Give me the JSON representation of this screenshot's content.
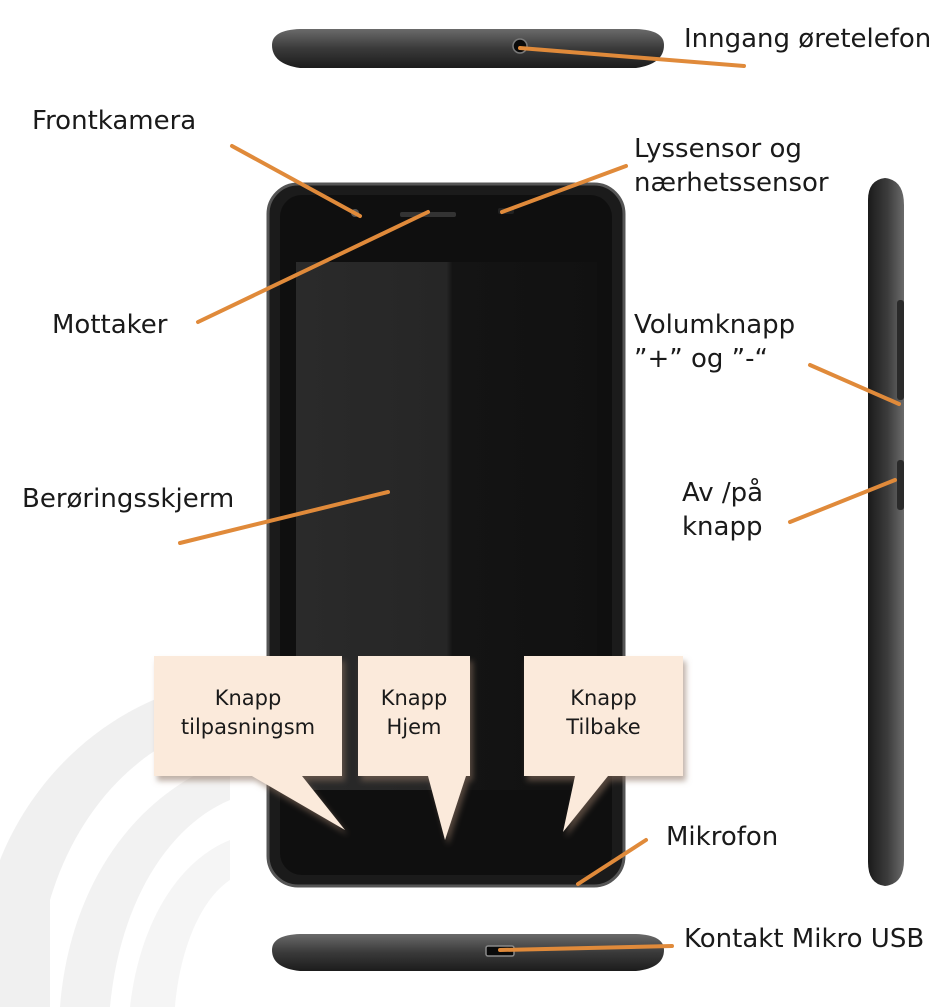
{
  "colors": {
    "leader_line": "#e08a3a",
    "phone_body": "#1b1b1b",
    "phone_edge": "#4a4a4a",
    "screen": "#141414",
    "callout_fill": "#fbeadb",
    "callout_shadow": "#b59a86",
    "watermark": "#dcdcdc"
  },
  "labels": {
    "headphone_jack": "Inngang øretelefon",
    "front_camera": "Frontkamera",
    "sensor_line1": "Lyssensor og",
    "sensor_line2": "nærhetssensor",
    "receiver": "Mottaker",
    "volume_line1": "Volumknapp",
    "volume_line2": "”+” og ”-“",
    "touchscreen": "Berøringsskjerm",
    "power_line1": "Av /på",
    "power_line2": "knapp",
    "microphone": "Mikrofon",
    "usb": "Kontakt Mikro USB"
  },
  "callouts": {
    "menu": {
      "line1": "Knapp",
      "line2": "tilpasningsm"
    },
    "home": {
      "line1": "Knapp",
      "line2": "Hjem"
    },
    "back": {
      "line1": "Knapp",
      "line2": "Tilbake"
    }
  }
}
